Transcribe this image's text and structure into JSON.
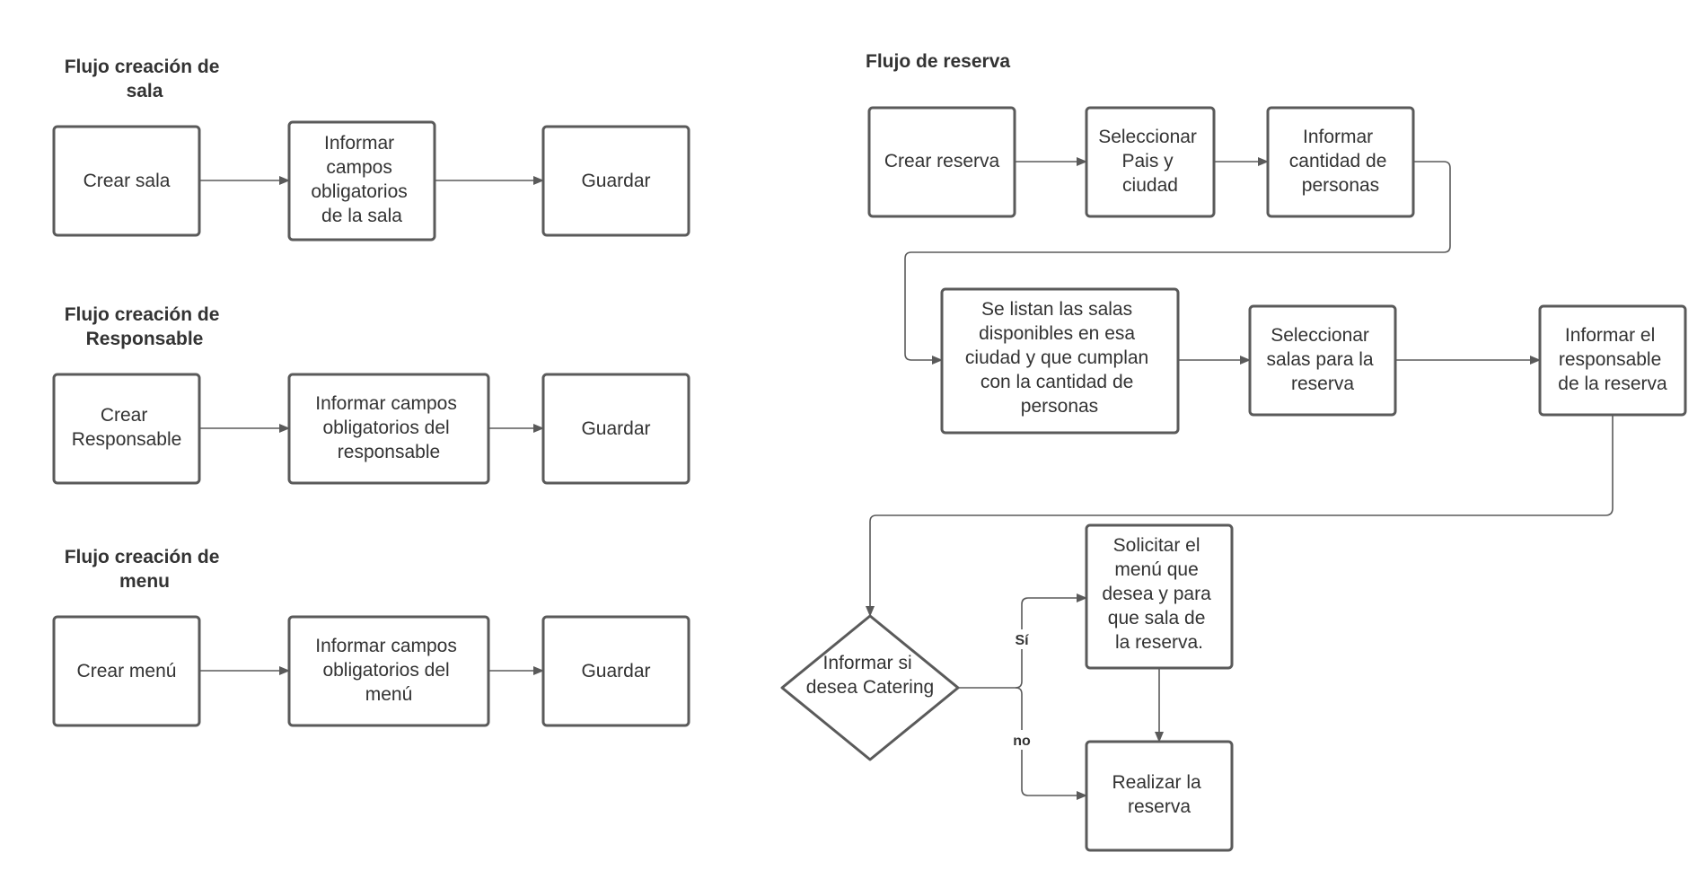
{
  "colors": {
    "stroke": "#5a5a5a",
    "text": "#333333",
    "background": "#ffffff"
  },
  "flows": [
    {
      "title": [
        "Flujo creación de",
        "sala"
      ],
      "steps": [
        [
          "Crear sala"
        ],
        [
          "Informar",
          "campos",
          "obligatorios",
          "de la sala"
        ],
        [
          "Guardar"
        ]
      ]
    },
    {
      "title": [
        "Flujo creación de",
        "Responsable"
      ],
      "steps": [
        [
          "Crear",
          "Responsable"
        ],
        [
          "Informar campos",
          "obligatorios del",
          "responsable"
        ],
        [
          "Guardar"
        ]
      ]
    },
    {
      "title": [
        "Flujo creación de",
        "menu"
      ],
      "steps": [
        [
          "Crear menú"
        ],
        [
          "Informar campos",
          "obligatorios del",
          "menú"
        ],
        [
          "Guardar"
        ]
      ]
    },
    {
      "title": [
        "Flujo de reserva"
      ],
      "steps": [
        [
          "Crear reserva"
        ],
        [
          "Seleccionar",
          "Pais y",
          "ciudad"
        ],
        [
          "Informar",
          "cantidad de",
          "personas"
        ],
        [
          "Se listan las salas",
          "disponibles en esa",
          "ciudad y que cumplan",
          "con la cantidad de",
          "personas"
        ],
        [
          "Seleccionar",
          "salas para la",
          "reserva"
        ],
        [
          "Informar el",
          "responsable",
          "de la reserva"
        ]
      ],
      "decision": [
        "Informar si",
        "desea Catering"
      ],
      "branches": [
        {
          "label": "Sí",
          "target": [
            "Solicitar el",
            "menú que",
            "desea y para",
            "que sala de",
            "la reserva."
          ]
        },
        {
          "label": "no",
          "target": [
            "Realizar la",
            "reserva"
          ]
        }
      ]
    }
  ]
}
